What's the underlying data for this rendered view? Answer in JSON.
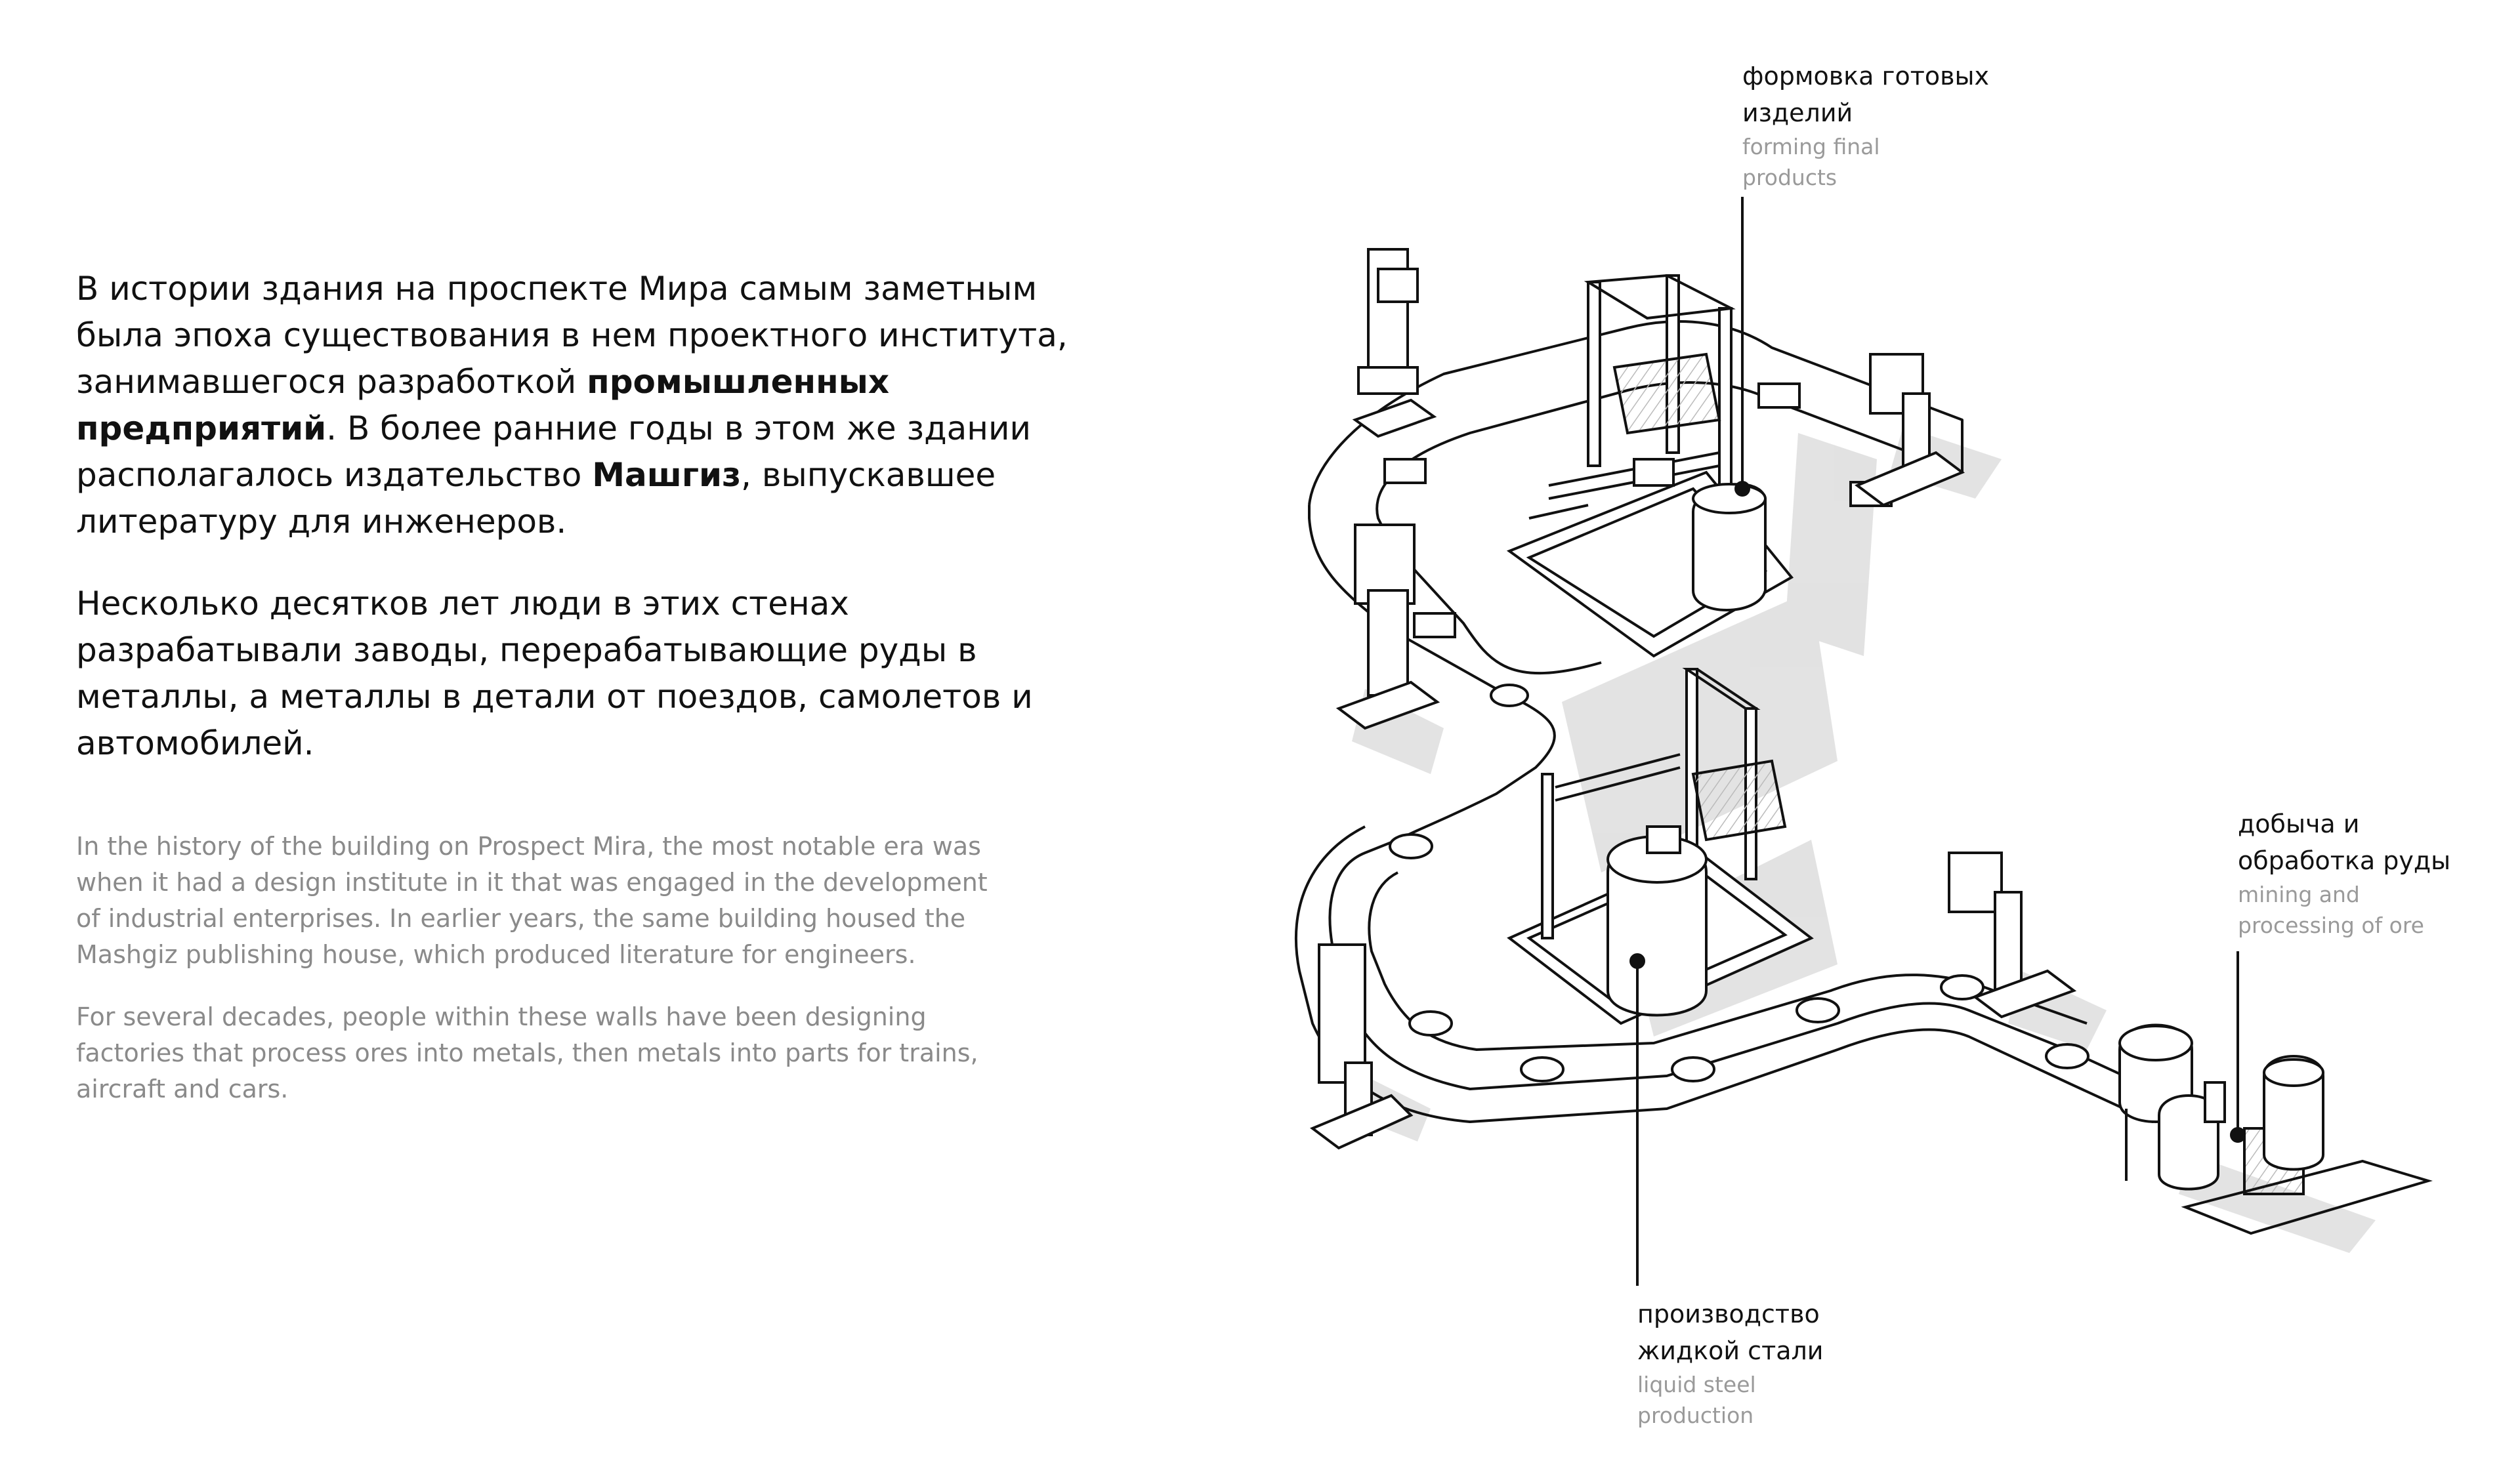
{
  "intro_ru": {
    "p1": {
      "part1": "В истории здания на проспекте Мира самым заметным была эпоха существования в нем проектного института, занимавшегося разработкой ",
      "bold1": "промышленных предприятий",
      "part2": ". В более ранние годы в этом же здании рас­полагалось издательство ",
      "bold2": "Машгиз",
      "part3": ", выпускавшее литературу для инженеров."
    },
    "p2": "Несколько десятков лет люди в этих стенах разрабатывали заводы, перерабатывающие руды в металлы, а металлы в детали от поездов, самолетов и автомобилей."
  },
  "intro_en": {
    "p1": "In the history of the building on Prospect Mira, the most notable era was when it had a design institute in it that was engaged in the development of industrial enterprises. In earlier years, the same building housed the Mashgiz publishing house, which produced literature for engineers.",
    "p2": "For several decades, people within these walls have been designing factories that process ores into metals, then metals into parts for trains, aircraft and cars."
  },
  "labels": {
    "forming": {
      "ru_line1": "формовка готовых",
      "ru_line2": "изделий",
      "en_line1": "forming final",
      "en_line2": "products"
    },
    "mining": {
      "ru_line1": "добыча и",
      "ru_line2": "обработка руды",
      "en_line1": "mining and",
      "en_line2": "processing of ore"
    },
    "steel": {
      "ru_line1": "производство",
      "ru_line2": "жидкой стали",
      "en_line1": "liquid steel",
      "en_line2": "production"
    }
  }
}
